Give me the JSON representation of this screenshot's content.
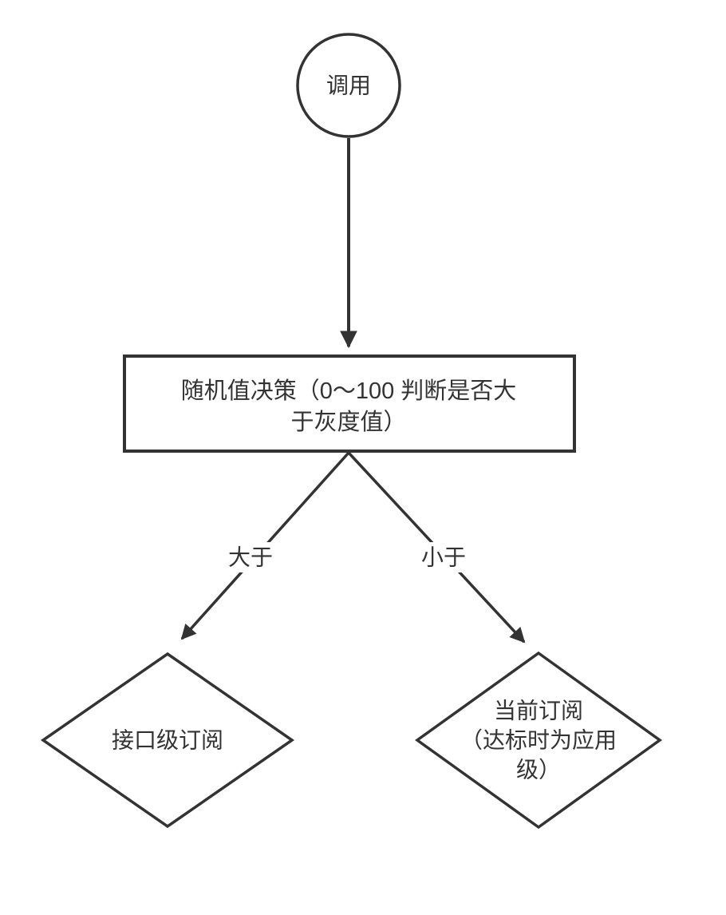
{
  "diagram": {
    "colors": {
      "stroke": "#333333",
      "text": "#333333",
      "node_fill": "#ffffff",
      "background": "#ffffff"
    },
    "start": {
      "label": "调用"
    },
    "decision": {
      "line1": "随机值决策（0～100 判断是否大",
      "line2": "于灰度值）"
    },
    "branch_left": {
      "label": "大于"
    },
    "branch_right": {
      "label": "小于"
    },
    "outcome_left": {
      "label": "接口级订阅"
    },
    "outcome_right": {
      "line1": "当前订阅",
      "line2": "（达标时为应用",
      "line3": "级）"
    }
  }
}
